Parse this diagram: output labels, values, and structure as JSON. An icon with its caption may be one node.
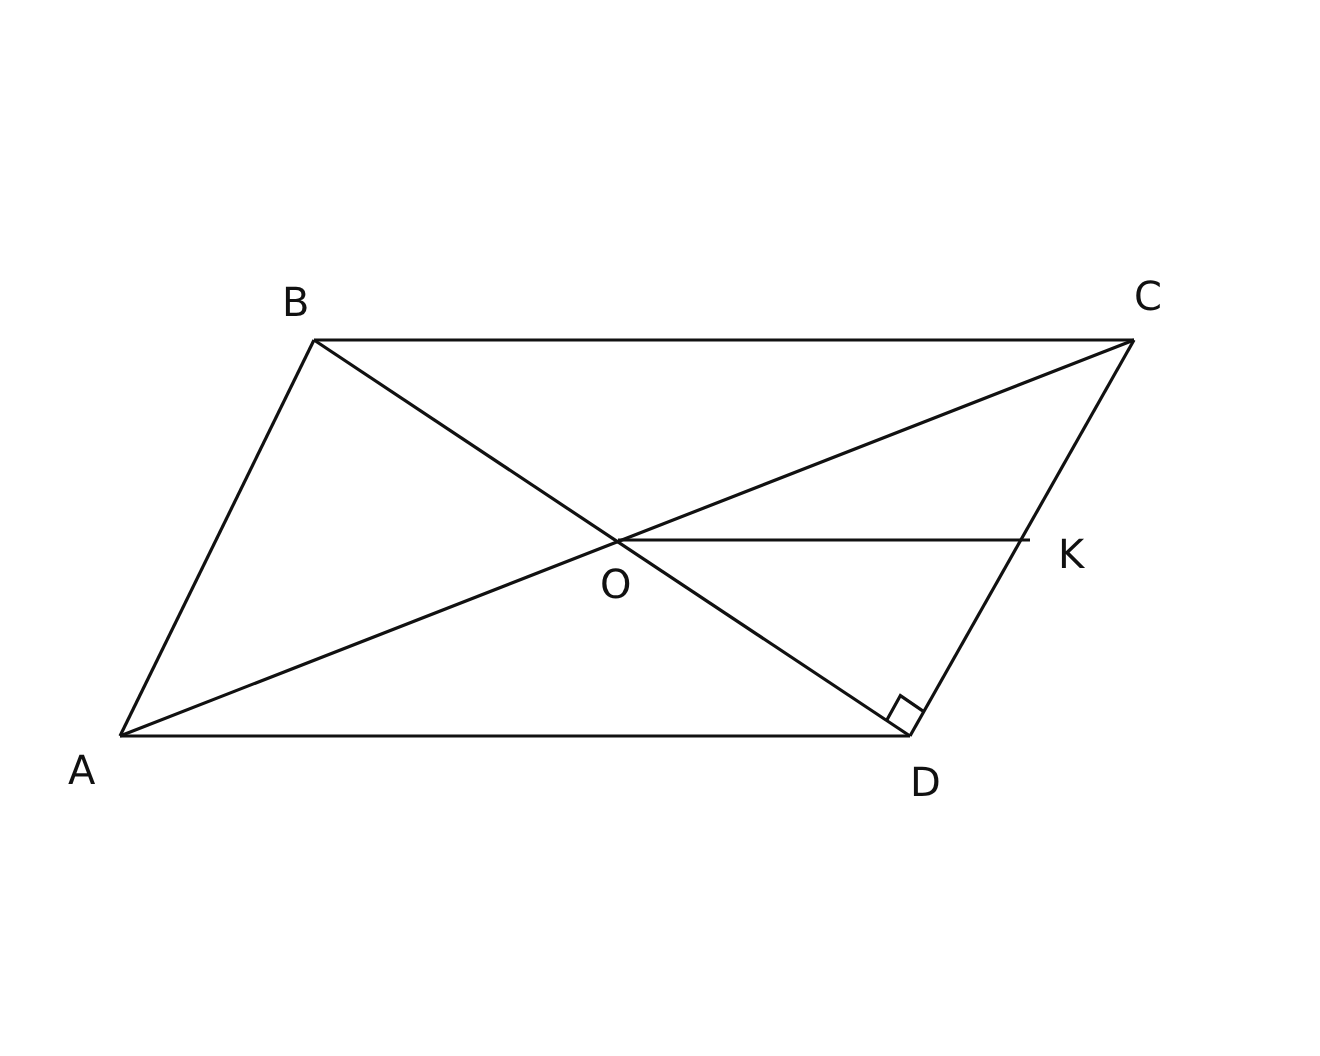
{
  "diagram": {
    "nodes": [
      {
        "text": [
          "A"
        ]
      },
      {
        "text": [
          "B"
        ]
      },
      {
        "text": [
          "C"
        ]
      },
      {
        "text": [
          "D"
        ]
      },
      {
        "text": [
          "O"
        ]
      },
      {
        "text": [
          "K"
        ]
      }
    ],
    "edges": [
      {
        "from": 0,
        "to": 1,
        "arrow": "none"
      },
      {
        "from": 1,
        "to": 2,
        "arrow": "none"
      },
      {
        "from": 2,
        "to": 3,
        "arrow": "none"
      },
      {
        "from": 3,
        "to": 0,
        "arrow": "none"
      },
      {
        "from": 0,
        "to": 2,
        "arrow": "none"
      },
      {
        "from": 1,
        "to": 3,
        "arrow": "none"
      },
      {
        "from": 4,
        "to": 5,
        "arrow": "none"
      }
    ]
  }
}
